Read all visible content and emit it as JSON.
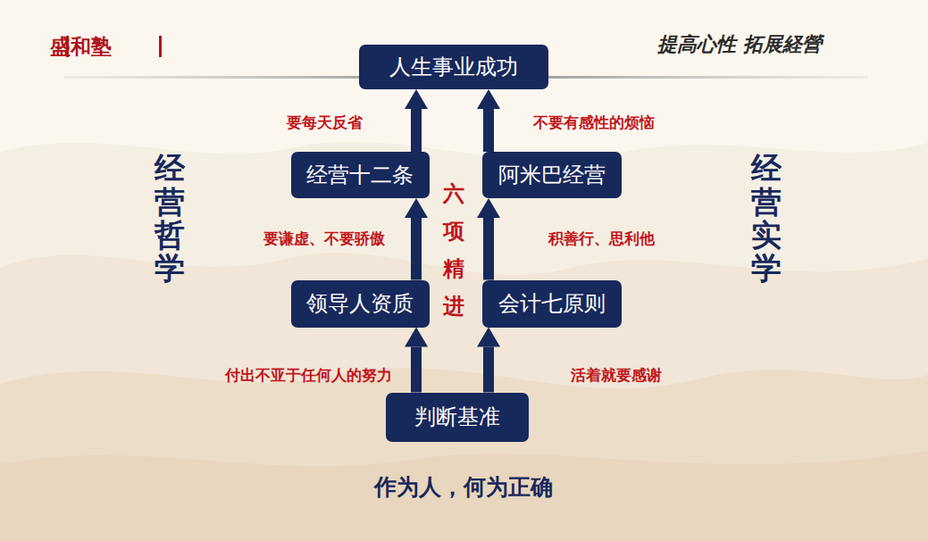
{
  "diagram": {
    "caption": "作为人，何为正确",
    "nodes": [
      {
        "text": [
          "人生事业成功"
        ]
      },
      {
        "text": [
          "经营十二条"
        ]
      },
      {
        "text": [
          "阿米巴经营"
        ]
      },
      {
        "text": [
          "领导人资质"
        ]
      },
      {
        "text": [
          "会计七原则"
        ]
      },
      {
        "text": [
          "判断基准"
        ]
      }
    ],
    "edges": [
      {
        "from": 5,
        "to": 3,
        "arrow": "to"
      },
      {
        "from": 3,
        "to": 1,
        "arrow": "to"
      },
      {
        "from": 1,
        "to": 0,
        "arrow": "to"
      },
      {
        "from": 5,
        "to": 4,
        "arrow": "to"
      },
      {
        "from": 4,
        "to": 2,
        "arrow": "to"
      },
      {
        "from": 2,
        "to": 0,
        "arrow": "to"
      }
    ],
    "labels": [
      "盛和塾",
      "提高心性 拓展経營",
      "要每天反省",
      "不要有感性的烦恼",
      "要谦虚、不要骄傲",
      "积善行、思利他",
      "付出不亚于任何人的努力",
      "活着就要感谢",
      "六项精进",
      "经营哲学",
      "经营实学"
    ]
  }
}
